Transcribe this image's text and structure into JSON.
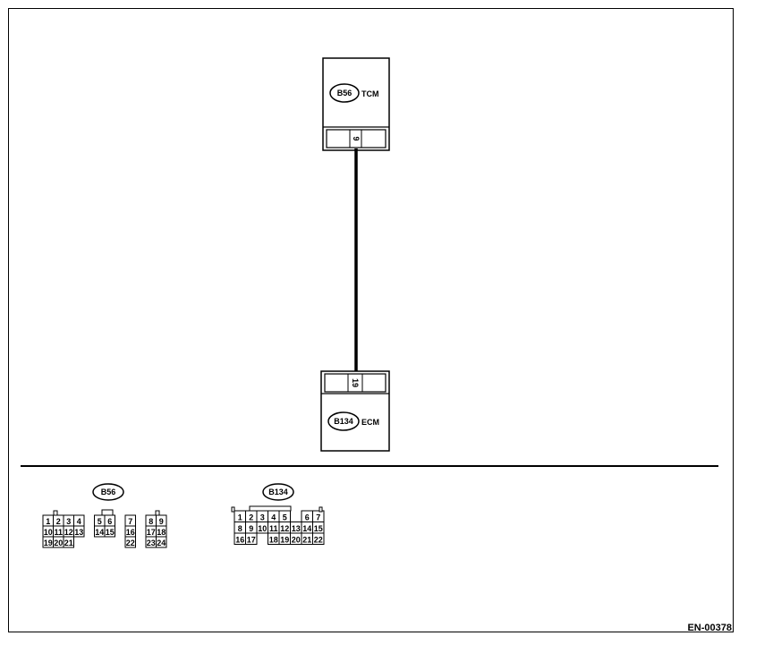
{
  "tcm": {
    "connector_id": "B56",
    "name": "TCM",
    "pin": "9"
  },
  "ecm": {
    "connector_id": "B134",
    "name": "ECM",
    "pin": "19"
  },
  "legend": {
    "b56": {
      "id": "B56",
      "rows": [
        [
          "1",
          "2",
          "3",
          "4",
          "",
          "5",
          "6",
          "",
          "7",
          "",
          "8",
          "9"
        ],
        [
          "10",
          "11",
          "12",
          "13",
          "",
          "14",
          "15",
          "",
          "16",
          "",
          "17",
          "18"
        ],
        [
          "19",
          "20",
          "21",
          "",
          "",
          "",
          "",
          "",
          "22",
          "",
          "23",
          "24"
        ]
      ]
    },
    "b134": {
      "id": "B134",
      "rows": [
        [
          "1",
          "2",
          "3",
          "4",
          "5",
          "",
          "6",
          "7"
        ],
        [
          "8",
          "9",
          "10",
          "11",
          "12",
          "13",
          "14",
          "15"
        ],
        [
          "16",
          "17",
          "",
          "18",
          "19",
          "20",
          "21",
          "22"
        ]
      ]
    }
  },
  "footer": {
    "code": "EN-00378"
  }
}
